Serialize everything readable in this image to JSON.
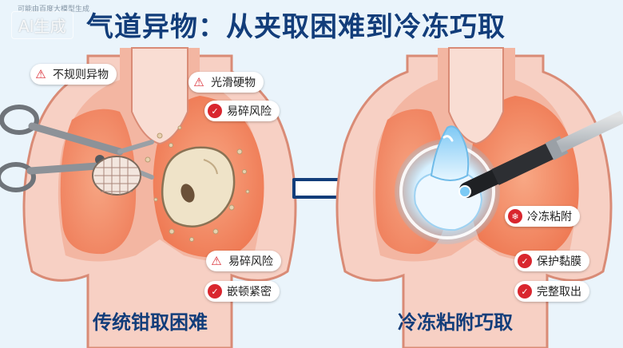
{
  "title": "气道异物：从夹取困难到冷冻巧取",
  "watermark": {
    "main": "AI生成",
    "sub": "可能由百度大模型生成"
  },
  "left_panel": {
    "caption": "传统钳取困难",
    "tags": [
      {
        "text": "不规则异物",
        "icon": "warning-icon"
      },
      {
        "text": "光滑硬物",
        "icon": "warning-icon"
      },
      {
        "text": "易碎风险",
        "icon": "check-icon"
      },
      {
        "text": "易碎风险",
        "icon": "warning-icon"
      },
      {
        "text": "嵌顿紧密",
        "icon": "check-icon"
      }
    ]
  },
  "right_panel": {
    "caption": "冷冻粘附巧取",
    "tags": [
      {
        "text": "冷冻粘附",
        "icon": "snowflake-icon"
      },
      {
        "text": "保护黏膜",
        "icon": "check-icon"
      },
      {
        "text": "完整取出",
        "icon": "check-icon"
      }
    ]
  },
  "colors": {
    "background": "#eaf4fb",
    "title": "#123d7a",
    "tissue_outer": "#f7d0c4",
    "tissue_inner": "#ef9b7c",
    "lung": "#f5825c",
    "alert_red": "#d9262e",
    "ice": "#bfe6ff",
    "probe": "#2d2f33"
  }
}
